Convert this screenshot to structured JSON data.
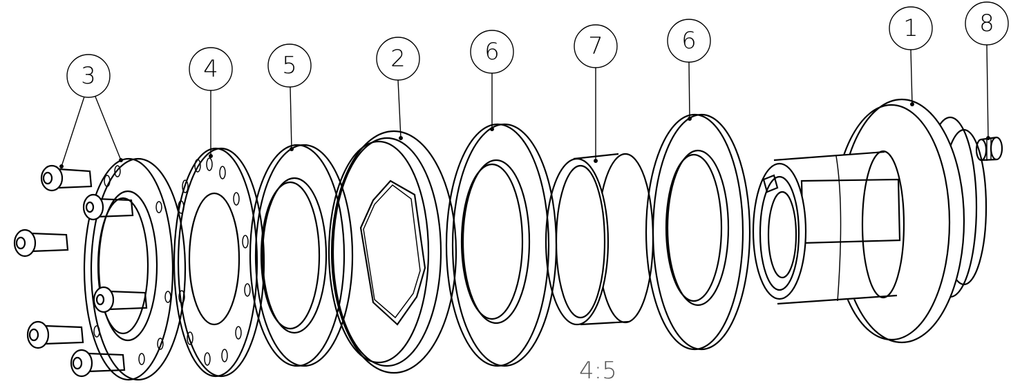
{
  "balloons": {
    "b1": "1",
    "b2": "2",
    "b3": "3",
    "b4": "4",
    "b5": "5",
    "b6a": "6",
    "b6b": "6",
    "b7": "7",
    "b8": "8"
  },
  "scale": "4:5"
}
